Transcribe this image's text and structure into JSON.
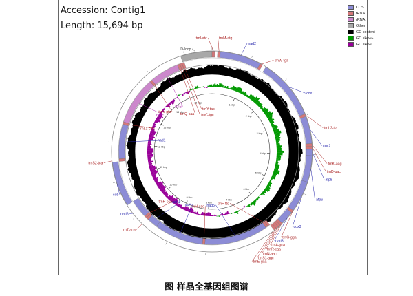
{
  "accession_text": "Accession: Contig1",
  "length_text": "Length: 15,694 bp",
  "caption": "图    样品全基因组图谱",
  "legend": [
    {
      "label": "CDS",
      "color": "#8c8cd6"
    },
    {
      "label": "tRNA",
      "color": "#d4787a"
    },
    {
      "label": "rRNA",
      "color": "#cc88cc"
    },
    {
      "label": "Other",
      "color": "#a8a8a8"
    },
    {
      "label": "GC content",
      "color": "#000000"
    },
    {
      "label": "GC skew+",
      "color": "#009900"
    },
    {
      "label": "GC skew-",
      "color": "#990099"
    }
  ],
  "genome_length": 15694,
  "features": [
    {
      "label": "D-loop",
      "type": "other",
      "start": 14900,
      "end": 15694,
      "color": "#a8a8a8",
      "label_color": "#444444"
    },
    {
      "label": "trnI-atc",
      "type": "trna",
      "start": 0,
      "end": 69,
      "color": "#d4787a",
      "label_color": "#aa2222"
    },
    {
      "label": "trnM-atg",
      "type": "trna",
      "start": 140,
      "end": 208,
      "color": "#d4787a",
      "label_color": "#aa2222"
    },
    {
      "label": "nad2",
      "type": "cds",
      "start": 209,
      "end": 1250,
      "color": "#8c8cd6",
      "label_color": "#2222aa"
    },
    {
      "label": "trnW-tga",
      "type": "trna",
      "start": 1255,
      "end": 1322,
      "color": "#d4787a",
      "label_color": "#aa2222"
    },
    {
      "label": "cox1",
      "type": "cds",
      "start": 1420,
      "end": 2960,
      "color": "#8c8cd6",
      "label_color": "#2222aa"
    },
    {
      "label": "trnL2-tta",
      "type": "trna",
      "start": 2965,
      "end": 3030,
      "color": "#d4787a",
      "label_color": "#aa2222"
    },
    {
      "label": "cox2",
      "type": "cds",
      "start": 3035,
      "end": 3720,
      "color": "#8c8cd6",
      "label_color": "#2222aa"
    },
    {
      "label": "trnK-aag",
      "type": "trna",
      "start": 3725,
      "end": 3795,
      "color": "#d4787a",
      "label_color": "#aa2222"
    },
    {
      "label": "trnD-gac",
      "type": "trna",
      "start": 3800,
      "end": 3866,
      "color": "#d4787a",
      "label_color": "#aa2222"
    },
    {
      "label": "atp8",
      "type": "cds",
      "start": 3868,
      "end": 4030,
      "color": "#8c8cd6",
      "label_color": "#2222aa"
    },
    {
      "label": "atp6",
      "type": "cds",
      "start": 4030,
      "end": 4700,
      "color": "#8c8cd6",
      "label_color": "#2222aa"
    },
    {
      "label": "cox3",
      "type": "cds",
      "start": 4700,
      "end": 5490,
      "color": "#8c8cd6",
      "label_color": "#2222aa"
    },
    {
      "label": "trnG-gga",
      "type": "trna",
      "start": 5495,
      "end": 5560,
      "color": "#d4787a",
      "label_color": "#aa2222"
    },
    {
      "label": "nad3",
      "type": "cds",
      "start": 5561,
      "end": 5915,
      "color": "#8c8cd6",
      "label_color": "#2222aa"
    },
    {
      "label": "trnA-gca",
      "type": "trna",
      "start": 5916,
      "end": 5980,
      "color": "#d4787a",
      "label_color": "#aa2222"
    },
    {
      "label": "trnR-cga",
      "type": "trna",
      "start": 5981,
      "end": 6044,
      "color": "#d4787a",
      "label_color": "#aa2222"
    },
    {
      "label": "trnN-aac",
      "type": "trna",
      "start": 6045,
      "end": 6110,
      "color": "#d4787a",
      "label_color": "#aa2222"
    },
    {
      "label": "trnS1-agc",
      "type": "trna",
      "start": 6111,
      "end": 6178,
      "color": "#d4787a",
      "label_color": "#aa2222"
    },
    {
      "label": "trnE-gaa",
      "type": "trna",
      "start": 6179,
      "end": 6245,
      "color": "#d4787a",
      "label_color": "#aa2222"
    },
    {
      "label": "trnF-ttc",
      "type": "trna",
      "start": 6246,
      "end": 6310,
      "color": "#d4787a",
      "label_color": "#aa2222"
    },
    {
      "label": "nad5",
      "type": "cds",
      "start": 6310,
      "end": 8040,
      "color": "#8c8cd6",
      "label_color": "#2222aa"
    },
    {
      "label": "trnH-cac",
      "type": "trna",
      "start": 8040,
      "end": 8105,
      "color": "#d4787a",
      "label_color": "#aa2222"
    },
    {
      "label": "nad4",
      "type": "cds",
      "start": 8106,
      "end": 9440,
      "color": "#8c8cd6",
      "label_color": "#2222aa"
    },
    {
      "label": "nad4l",
      "type": "cds",
      "start": 9440,
      "end": 9730,
      "color": "#8c8cd6",
      "label_color": "#2222aa"
    },
    {
      "label": "trnT-aca",
      "type": "trna",
      "start": 9730,
      "end": 9795,
      "color": "#d4787a",
      "label_color": "#aa2222"
    },
    {
      "label": "trnP-cca",
      "type": "trna",
      "start": 9796,
      "end": 9860,
      "color": "#d4787a",
      "label_color": "#aa2222"
    },
    {
      "label": "nad6",
      "type": "cds",
      "start": 9861,
      "end": 10360,
      "color": "#8c8cd6",
      "label_color": "#2222aa"
    },
    {
      "label": "cob",
      "type": "cds",
      "start": 10360,
      "end": 11500,
      "color": "#8c8cd6",
      "label_color": "#2222aa"
    },
    {
      "label": "trnS2-tca",
      "type": "trna",
      "start": 11500,
      "end": 11570,
      "color": "#d4787a",
      "label_color": "#aa2222"
    },
    {
      "label": "nad1",
      "type": "cds",
      "start": 11575,
      "end": 12510,
      "color": "#8c8cd6",
      "label_color": "#2222aa"
    },
    {
      "label": "trnL1-cta",
      "type": "trna",
      "start": 12515,
      "end": 12580,
      "color": "#d4787a",
      "label_color": "#aa2222"
    },
    {
      "label": "rrnL",
      "type": "rrna",
      "start": 12580,
      "end": 13880,
      "color": "#cc88cc",
      "label_color": "#aa22aa"
    },
    {
      "label": "trnV-gta",
      "type": "trna",
      "start": 13880,
      "end": 13945,
      "color": "#d4787a",
      "label_color": "#aa2222"
    },
    {
      "label": "rrnS",
      "type": "rrna",
      "start": 13945,
      "end": 14740,
      "color": "#cc88cc",
      "label_color": "#aa22aa"
    },
    {
      "label": "trnQ-caa",
      "type": "trna",
      "start": 14745,
      "end": 14812,
      "color": "#d4787a",
      "label_color": "#aa2222"
    },
    {
      "label": "trnC-tgc",
      "type": "trna",
      "start": 14813,
      "end": 14875,
      "color": "#d4787a",
      "label_color": "#aa2222"
    },
    {
      "label": "trnY-tac",
      "type": "trna",
      "start": 14876,
      "end": 14940,
      "color": "#d4787a",
      "label_color": "#aa2222"
    }
  ],
  "labels": [
    {
      "feature": "D-loop",
      "ang": -11,
      "r": 152,
      "side": "left"
    },
    {
      "feature": "trnI-atc",
      "ang": -2,
      "r": 165,
      "side": "left"
    },
    {
      "feature": "trnM-atg",
      "ang": 3,
      "r": 165,
      "side": "right"
    },
    {
      "feature": "nad2",
      "ang": 18,
      "r": 165,
      "side": "right"
    },
    {
      "feature": "trnW-tga",
      "ang": 34,
      "r": 160,
      "side": "right"
    },
    {
      "feature": "cox1",
      "ang": 58,
      "r": 160,
      "side": "right"
    },
    {
      "feature": "trnL2-tta",
      "ang": 78,
      "r": 165,
      "side": "right"
    },
    {
      "feature": "cox2",
      "ang": 87,
      "r": 160,
      "side": "right"
    },
    {
      "feature": "trnK-aag",
      "ang": 96,
      "r": 168,
      "side": "right"
    },
    {
      "feature": "trnD-gac",
      "ang": 100,
      "r": 168,
      "side": "right"
    },
    {
      "feature": "atp8",
      "ang": 104,
      "r": 168,
      "side": "right"
    },
    {
      "feature": "atp6",
      "ang": 115,
      "r": 165,
      "side": "right"
    },
    {
      "feature": "cox3",
      "ang": 133,
      "r": 160,
      "side": "right"
    },
    {
      "feature": "trnG-gga",
      "ang": 141,
      "r": 160,
      "side": "right"
    },
    {
      "feature": "nad3",
      "ang": 145,
      "r": 158,
      "side": "right"
    },
    {
      "feature": "trnA-gca",
      "ang": 148,
      "r": 160,
      "side": "right"
    },
    {
      "feature": "trnR-cga",
      "ang": 151,
      "r": 162,
      "side": "right"
    },
    {
      "feature": "trnN-aac",
      "ang": 154,
      "r": 165,
      "side": "right"
    },
    {
      "feature": "trnS1-agc",
      "ang": 157,
      "r": 168,
      "side": "right"
    },
    {
      "feature": "trnE-gaa",
      "ang": 160,
      "r": 170,
      "side": "right"
    },
    {
      "feature": "trnF-ttc",
      "ang": 161,
      "r": 80,
      "side": "left"
    },
    {
      "feature": "nad5",
      "ang": 176,
      "r": 78,
      "side": "left"
    },
    {
      "feature": "trnH-cac",
      "ang": 187,
      "r": 80,
      "side": "left"
    },
    {
      "feature": "nad4",
      "ang": 200,
      "r": 82,
      "side": "left"
    },
    {
      "feature": "nad4l",
      "ang": 212,
      "r": 86,
      "side": "left"
    },
    {
      "feature": "trnP-cca",
      "ang": 218,
      "r": 92,
      "side": "left"
    },
    {
      "feature": "trnT-aca",
      "ang": 224,
      "r": 158,
      "side": "left"
    },
    {
      "feature": "nad6",
      "ang": 233,
      "r": 150,
      "side": "left"
    },
    {
      "feature": "cob",
      "ang": 245,
      "r": 148,
      "side": "left"
    },
    {
      "feature": "trnS2-tca",
      "ang": 264,
      "r": 158,
      "side": "left"
    },
    {
      "feature": "nad1",
      "ang": 284,
      "r": 68,
      "side": "left"
    },
    {
      "feature": "trnL1-cta",
      "ang": 292,
      "r": 90,
      "side": "left"
    },
    {
      "feature": "rrnL",
      "ang": 307,
      "r": 88,
      "side": "left"
    },
    {
      "feature": "trnV-gta",
      "ang": 315,
      "r": 82,
      "side": "left"
    },
    {
      "feature": "rrnS",
      "ang": 327,
      "r": 78,
      "side": "left"
    },
    {
      "feature": "trnQ-caa",
      "ang": 336,
      "r": 60,
      "side": "left"
    },
    {
      "feature": "trnC-tgc",
      "ang": 342,
      "r": 56,
      "side": "right"
    },
    {
      "feature": "trnY-tac",
      "ang": 346,
      "r": 64,
      "side": "right"
    }
  ],
  "ruler_labels": [
    "1 kbp",
    "2 kbp",
    "3 kbp",
    "4 kbp",
    "5 kbp",
    "6 kbp",
    "7 kbp",
    "8 kbp",
    "9 kbp",
    "10 kbp",
    "11 kbp",
    "12 kbp",
    "13 kbp",
    "14 kbp",
    "15 kbp"
  ]
}
